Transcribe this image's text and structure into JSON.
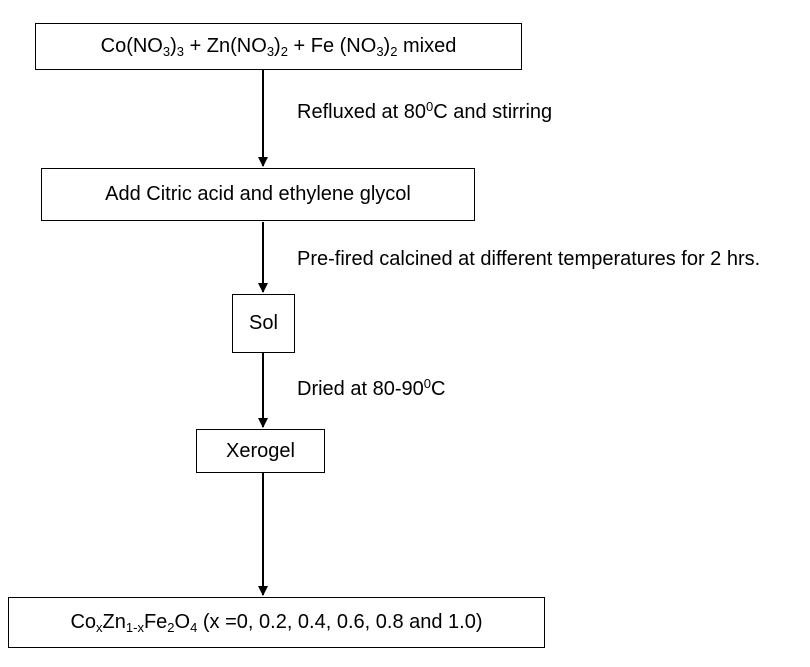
{
  "step1": {
    "co": "Co(NO",
    "co_sub3": "3",
    "co_close": ")",
    "co_sub3b": "3",
    "zn": " + Zn(NO",
    "zn_sub3": "3",
    "zn_close": ")",
    "zn_sub2": "2",
    "fe": " + Fe (NO",
    "fe_sub3": "3",
    "fe_close": ")",
    "fe_sub2": "2",
    "tail": " mixed"
  },
  "label1": {
    "pre": "Refluxed at 80",
    "sup": "0",
    "post": "C and stirring"
  },
  "step2": {
    "text": "Add Citric acid and ethylene glycol"
  },
  "label2": {
    "text": "Pre-fired calcined at different temperatures for 2 hrs."
  },
  "step3": {
    "text": "Sol"
  },
  "label3": {
    "pre": "Dried at 80-90",
    "sup": "0",
    "post": "C"
  },
  "step4": {
    "text": "Xerogel"
  },
  "step5": {
    "co": "Co",
    "co_sub": "x",
    "zn": "Zn",
    "zn_sub": "1-x",
    "fe": "Fe",
    "fe_sub": "2",
    "o": "O",
    "o_sub": "4",
    "tail": " (x =0, 0.2, 0.4, 0.6, 0.8 and 1.0)"
  }
}
